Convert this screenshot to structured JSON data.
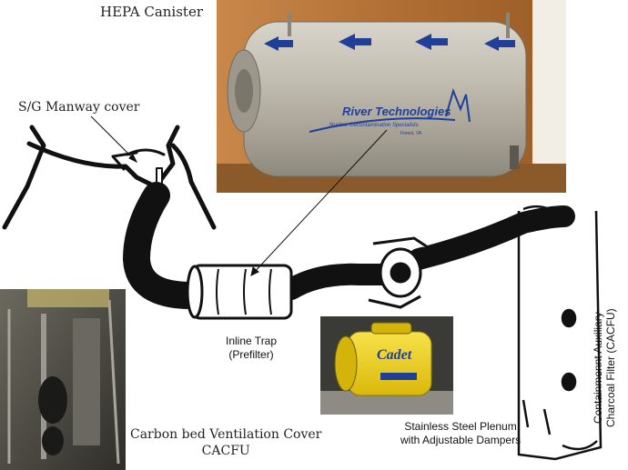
{
  "labels": {
    "hepa": "HEPA Canister",
    "manway": "S/G Manway cover",
    "inline_trap_1": "Inline Trap",
    "inline_trap_2": "(Prefilter)",
    "plenum_1": "Stainless Steel Plenum",
    "plenum_2": "with Adjustable Dampers",
    "carbon_1": "Carbon bed Ventilation Cover",
    "carbon_2": "CACFU",
    "cacfu_1": "Containmennt Auxiliary",
    "cacfu_2": "Charcoal Filter (CACFU)"
  },
  "canister_text": {
    "brand": "River Technologies",
    "tagline": "Nuclear Decontamination Specialists",
    "location": "Forest, VA"
  },
  "fan_text": {
    "brand": "Cadet"
  },
  "colors": {
    "canister_metal": "#b9b3a6",
    "wood_background": "#b8743a",
    "arrow_blue": "#1f3f9a",
    "hose_black": "#111111",
    "fan_yellow": "#f3d416"
  }
}
